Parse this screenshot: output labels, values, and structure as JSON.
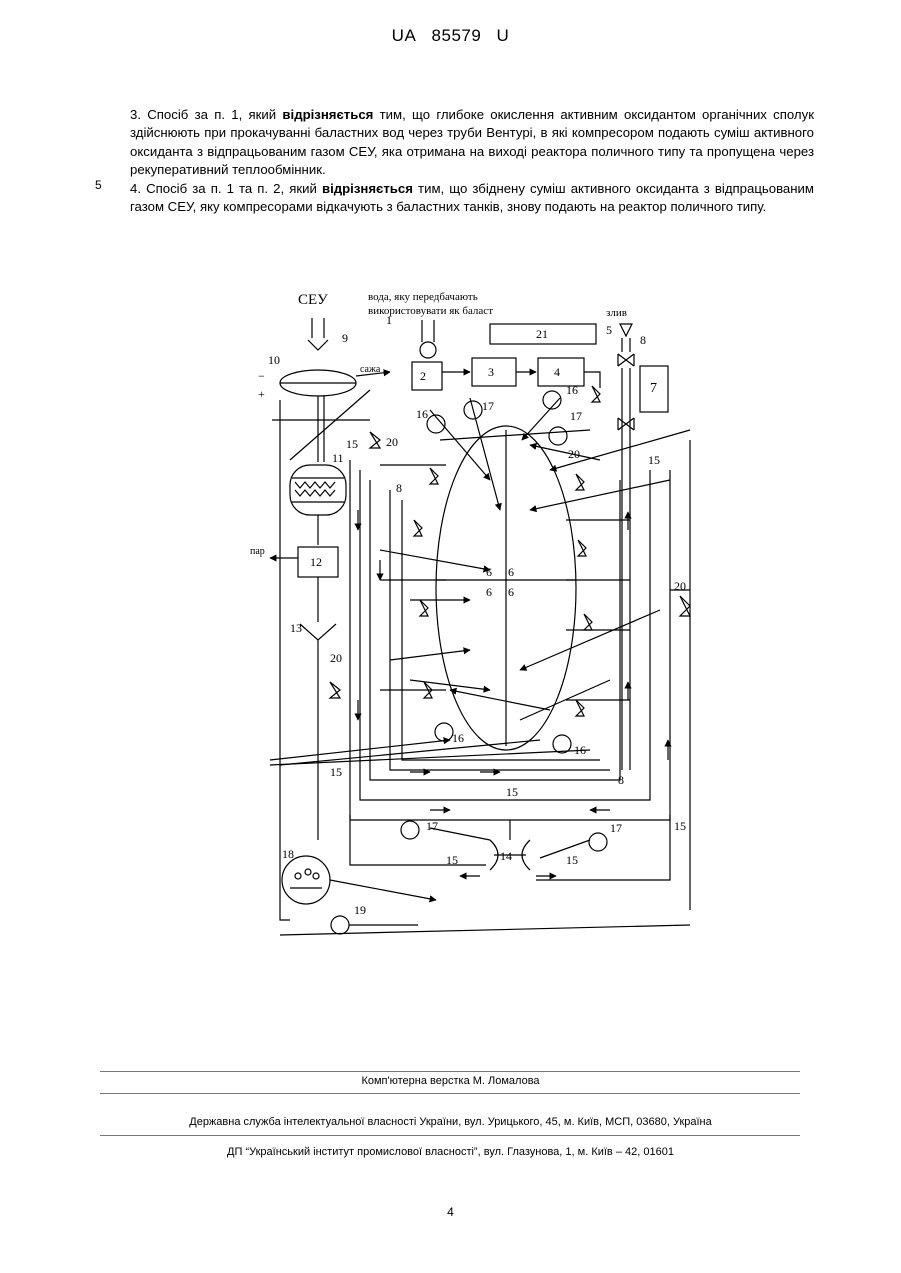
{
  "header": {
    "country": "UA",
    "number": "85579",
    "kind": "U"
  },
  "claims": [
    {
      "pre": "3. Спосіб за п. 1, який ",
      "bold": "відрізняється",
      "post": " тим, що глибоке окислення активним оксидантом органічних сполук здійснюють при прокачуванні баластних вод через труби Вентурі, в які компресором подають суміш активного оксиданта з відпрацьованим газом СЕУ, яка отримана на виході реактора поличного типу та пропущена через рекуперативний теплообмінник."
    },
    {
      "pre": "4. Спосіб за п. 1 та п. 2, який ",
      "bold": "відрізняється",
      "post": " тим, що збіднену суміш активного оксиданта з відпрацьованим газом СЕУ, яку компресорами відкачують з баластних танків, знову подають на реактор поличного типу."
    }
  ],
  "line_number": "5",
  "figure": {
    "labels": {
      "seu": "СЕУ",
      "water1": "вода, яку передбачають",
      "water2": "використовувати як баласт",
      "drain": "злив",
      "soot": "сажа",
      "steam": "пар",
      "minus": "−",
      "plus": "+",
      "box21": "21",
      "box2": "2",
      "box3": "3",
      "box4": "4",
      "box7": "7",
      "box12": "12",
      "n1": "1",
      "n5": "5",
      "n6": "6",
      "n8": "8",
      "n9": "9",
      "n10": "10",
      "n11": "11",
      "n13": "13",
      "n14": "14",
      "n15": "15",
      "n16": "16",
      "n17": "17",
      "n18": "18",
      "n19": "19",
      "n20": "20"
    }
  },
  "footer": {
    "layout": "Комп'ютерна верстка М. Ломалова",
    "service": "Державна служба інтелектуальної власності України, вул. Урицького, 45, м. Київ, МСП, 03680, Україна",
    "institute": "ДП “Український інститут промислової власності”, вул. Глазунова, 1, м. Київ – 42, 01601"
  },
  "page_number": "4"
}
